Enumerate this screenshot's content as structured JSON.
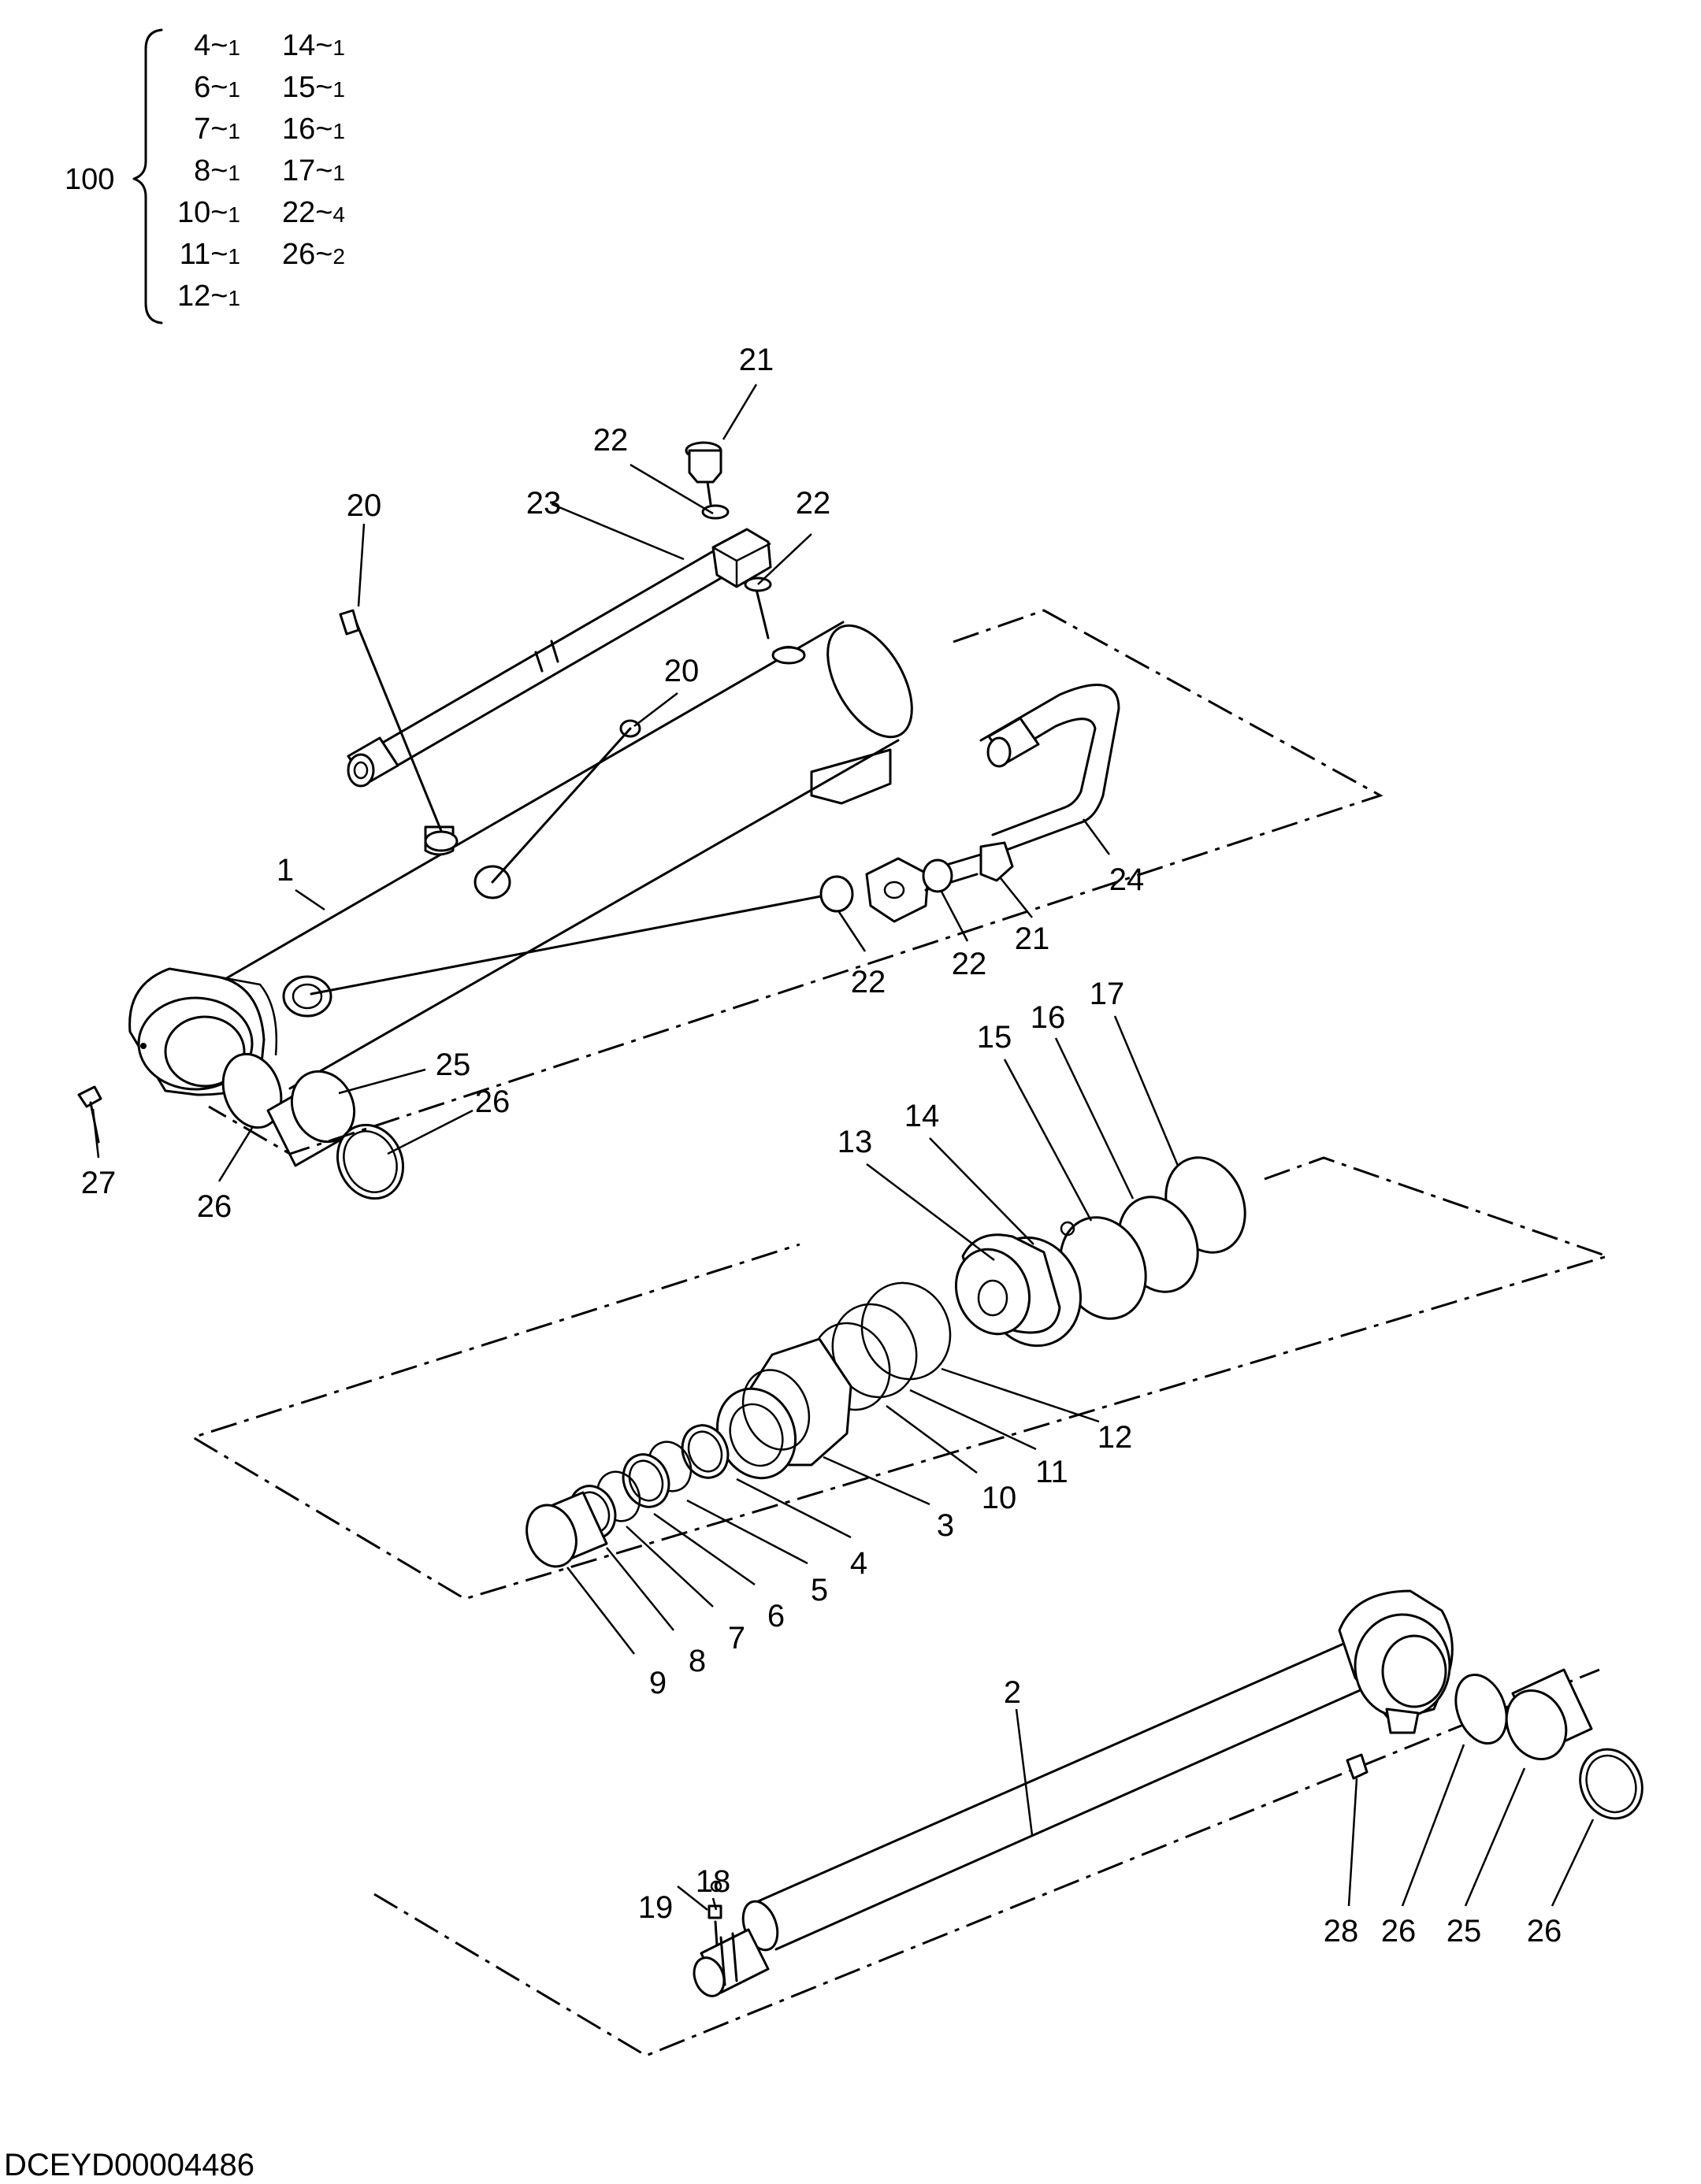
{
  "kit": {
    "number": "100",
    "col1": [
      {
        "n": "4",
        "q": "1"
      },
      {
        "n": "6",
        "q": "1"
      },
      {
        "n": "7",
        "q": "1"
      },
      {
        "n": "8",
        "q": "1"
      },
      {
        "n": "10",
        "q": "1"
      },
      {
        "n": "11",
        "q": "1"
      },
      {
        "n": "12",
        "q": "1"
      }
    ],
    "col2": [
      {
        "n": "14",
        "q": "1"
      },
      {
        "n": "15",
        "q": "1"
      },
      {
        "n": "16",
        "q": "1"
      },
      {
        "n": "17",
        "q": "1"
      },
      {
        "n": "22",
        "q": "4"
      },
      {
        "n": "26",
        "q": "2"
      }
    ],
    "separator": "~"
  },
  "callouts": {
    "c21a": "21",
    "c22a": "22",
    "c22b": "22",
    "c23": "23",
    "c20a": "20",
    "c20b": "20",
    "c1": "1",
    "c24": "24",
    "c21b": "21",
    "c22c": "22",
    "c22d": "22",
    "c25a": "25",
    "c26a": "26",
    "c26b": "26",
    "c27": "27",
    "c17": "17",
    "c16": "16",
    "c15": "15",
    "c14": "14",
    "c13": "13",
    "c12": "12",
    "c11": "11",
    "c10": "10",
    "c3": "3",
    "c4": "4",
    "c5": "5",
    "c6": "6",
    "c7": "7",
    "c8": "8",
    "c9": "9",
    "c2": "2",
    "c18": "18",
    "c19": "19",
    "c28": "28",
    "c26c": "26",
    "c25b": "25",
    "c26d": "26"
  },
  "drawing_code": "DCEYD00004486"
}
